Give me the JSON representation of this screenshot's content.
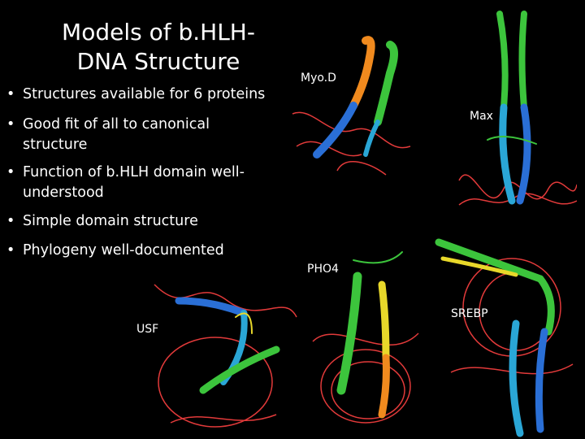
{
  "slide": {
    "title_line1": "Models of b.HLH-",
    "title_line2": "DNA Structure",
    "bullets": [
      "Structures available for 6 proteins",
      "Good fit of all to canonical structure",
      "Function of b.HLH domain well-understood",
      "Simple domain structure",
      "Phylogeny well-documented"
    ],
    "bullet_marker": "•"
  },
  "structure_labels": {
    "myod": "Myo.D",
    "max": "Max",
    "pho4": "PHO4",
    "usf": "USF",
    "srebp": "SREBP"
  },
  "colors": {
    "background": "#000000",
    "text": "#ffffff",
    "dna": "#e23a3a",
    "helix_blue": "#2a6fd6",
    "helix_cyan": "#2aa6d6",
    "helix_green": "#3cc43c",
    "helix_yellow": "#e8d82a",
    "helix_orange": "#f08a1e"
  }
}
